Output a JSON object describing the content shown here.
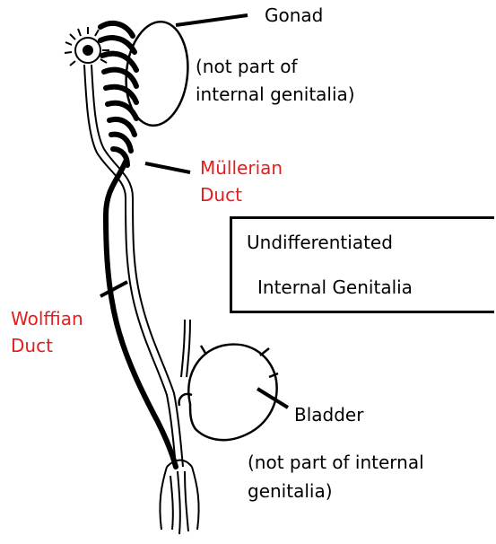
{
  "labels": {
    "gonad": "Gonad",
    "gonad_note_line1": "(not part of",
    "gonad_note_line2": "internal genitalia)",
    "mullerian_line1": "Müllerian",
    "mullerian_line2": "Duct",
    "wolffian_line1": "Wolffian",
    "wolffian_line2": "Duct",
    "bladder": "Bladder",
    "bladder_note_line1": "(not part of internal",
    "bladder_note_line2": "genitalia)"
  },
  "title_box": {
    "line1": "Undifferentiated",
    "line2": "Internal Genitalia"
  },
  "colors": {
    "duct_label": "#e41e1e",
    "text": "#000000"
  }
}
